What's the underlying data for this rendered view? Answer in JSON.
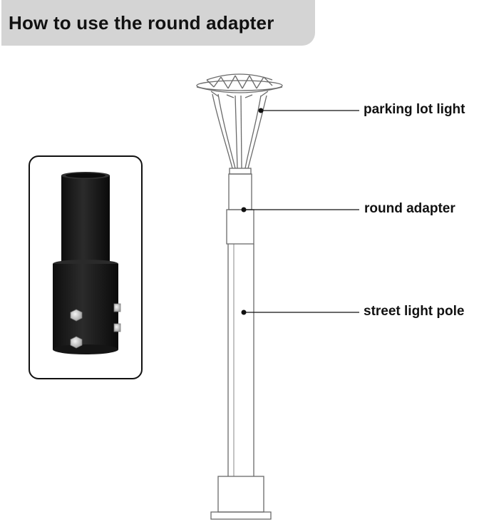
{
  "title": "How to use the round adapter",
  "labels": {
    "parking_lot_light": "parking lot light",
    "round_adapter": "round adapter",
    "street_light_pole": "street light pole"
  },
  "colors": {
    "banner": "#d4d4d4",
    "text": "#111111",
    "line_art": "#6a6a6a",
    "adapter_body": "#1b1b1b"
  }
}
